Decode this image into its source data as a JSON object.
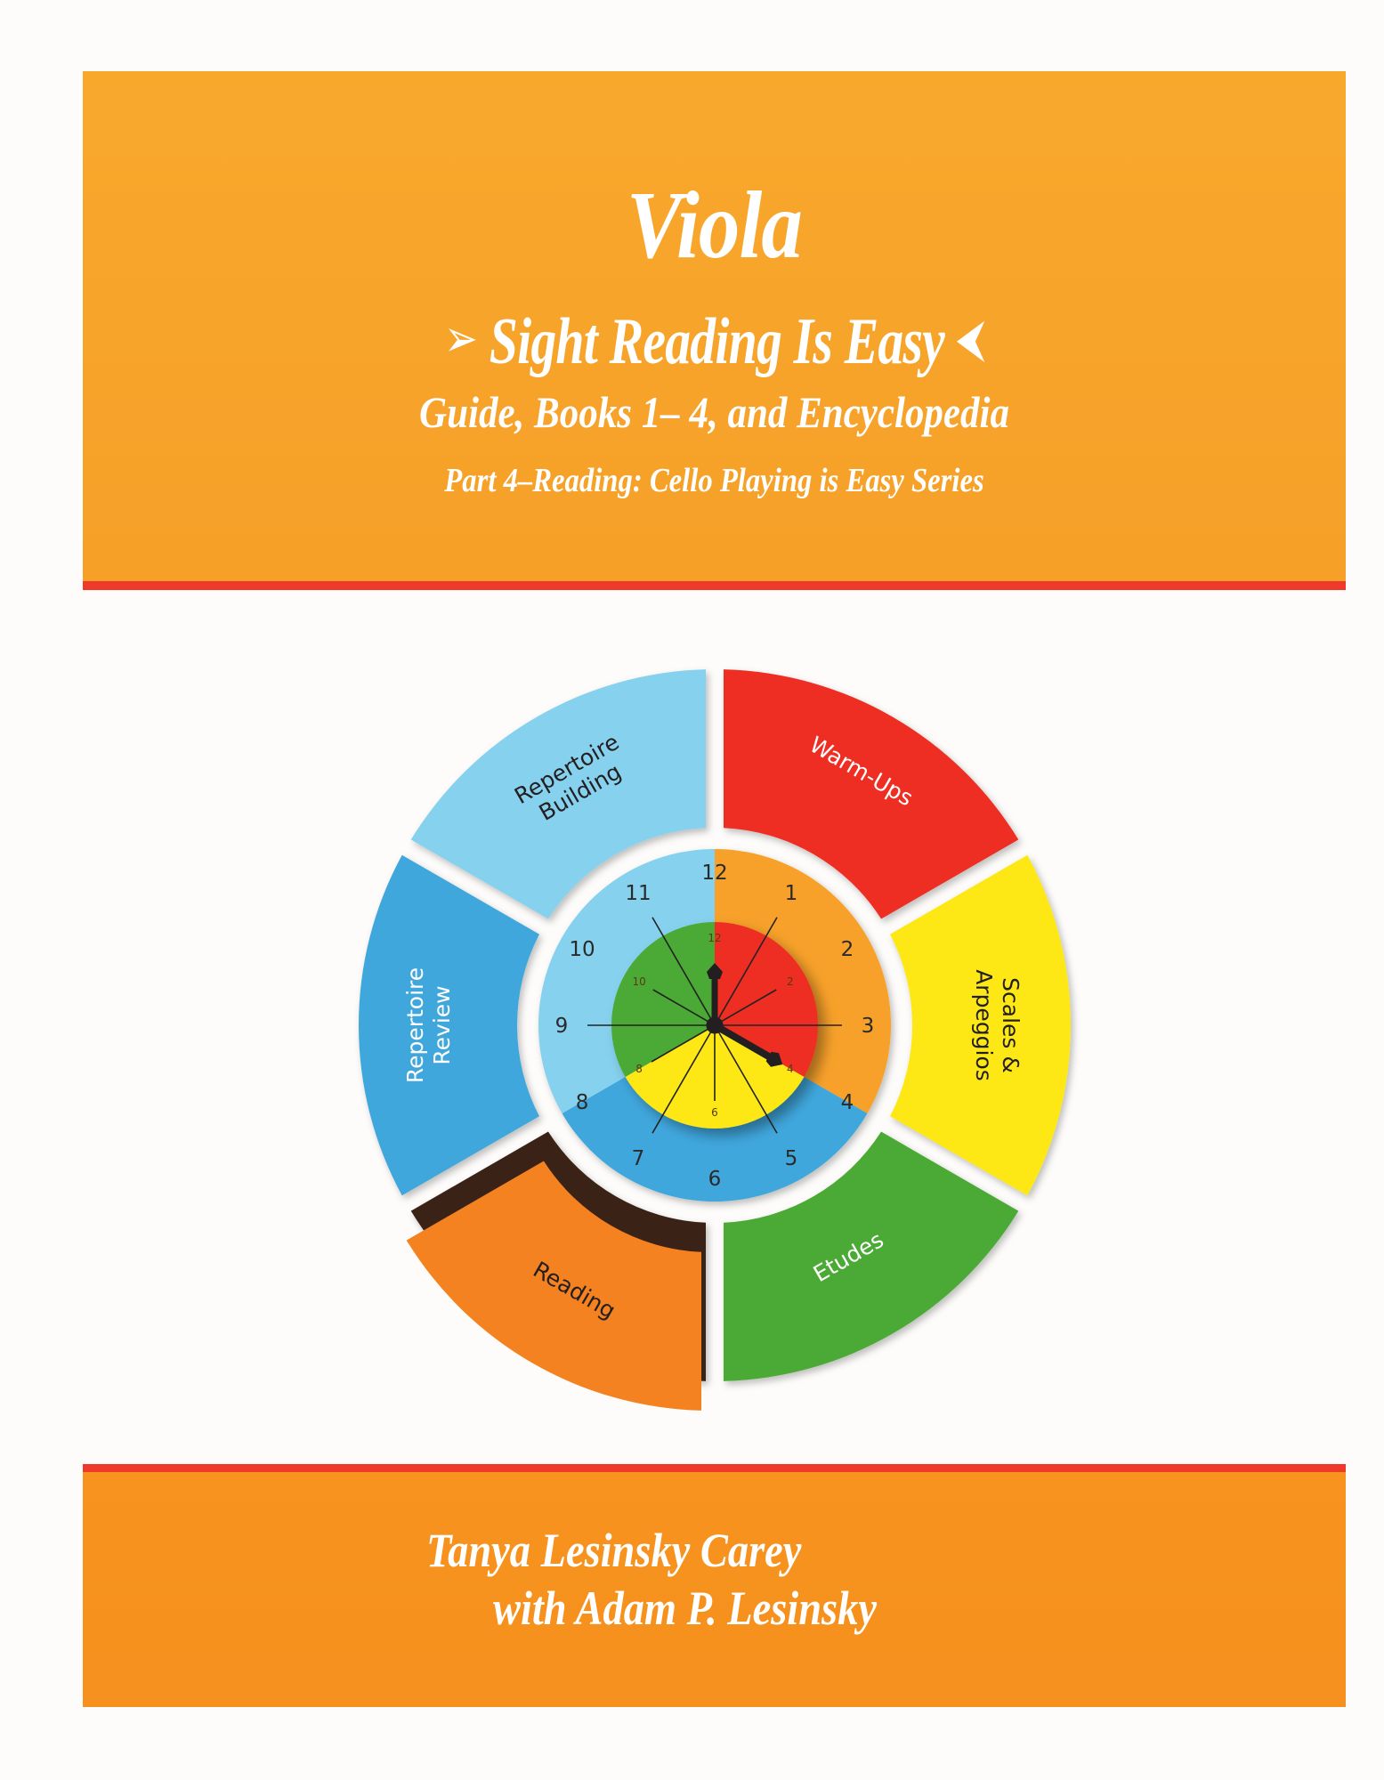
{
  "cover": {
    "title": "Viola",
    "subtitle": "Sight Reading Is Easy",
    "subtitle_arrow_left": "➢",
    "subtitle_arrow_right": "⮜",
    "line3": "Guide, Books 1– 4, and Encyclopedia",
    "line4": "Part 4–Reading: Cello Playing is Easy Series",
    "authors": {
      "primary": "Tanya Lesinsky Carey",
      "secondary": "with Adam P. Lesinsky"
    }
  },
  "colors": {
    "top_banner": "#f7a42a",
    "bottom_banner": "#f7931e",
    "rule": "#ef3a2b",
    "text": "#ffffff"
  },
  "wheel": {
    "segments": [
      {
        "id": "warm-ups",
        "label": "Warm-Ups",
        "color": "#ee2d24",
        "text_color": "#ffffff"
      },
      {
        "id": "scales-arpeggios",
        "label_line1": "Scales &",
        "label_line2": "Arpeggios",
        "color": "#fde814",
        "text_color": "#231f20"
      },
      {
        "id": "etudes",
        "label": "Etudes",
        "color": "#4caa34",
        "text_color": "#ffffff"
      },
      {
        "id": "reading",
        "label": "Reading",
        "color": "#f58220",
        "side_color": "#3a2418",
        "text_color": "#231f20"
      },
      {
        "id": "repertoire-review",
        "label_line1": "Repertoire",
        "label_line2": "Review",
        "color": "#3fa7dd",
        "text_color": "#ffffff"
      },
      {
        "id": "repertoire-building",
        "label_line1": "Repertoire",
        "label_line2": "Building",
        "color": "#86d1ee",
        "text_color": "#231f20"
      }
    ],
    "clock": {
      "outer_hours": [
        "12",
        "1",
        "2",
        "3",
        "4",
        "5",
        "6",
        "7",
        "8",
        "9",
        "10",
        "11"
      ],
      "inner_hours": [
        "12",
        "2",
        "4",
        "6",
        "8",
        "10"
      ],
      "outer_colors": [
        "#f7a12b",
        "#3fa7dd",
        "#86d1ee"
      ],
      "inner_colors": [
        "#ee2d24",
        "#fde814",
        "#4caa34"
      ],
      "hour_hand": "4",
      "minute_hand": "12"
    }
  }
}
